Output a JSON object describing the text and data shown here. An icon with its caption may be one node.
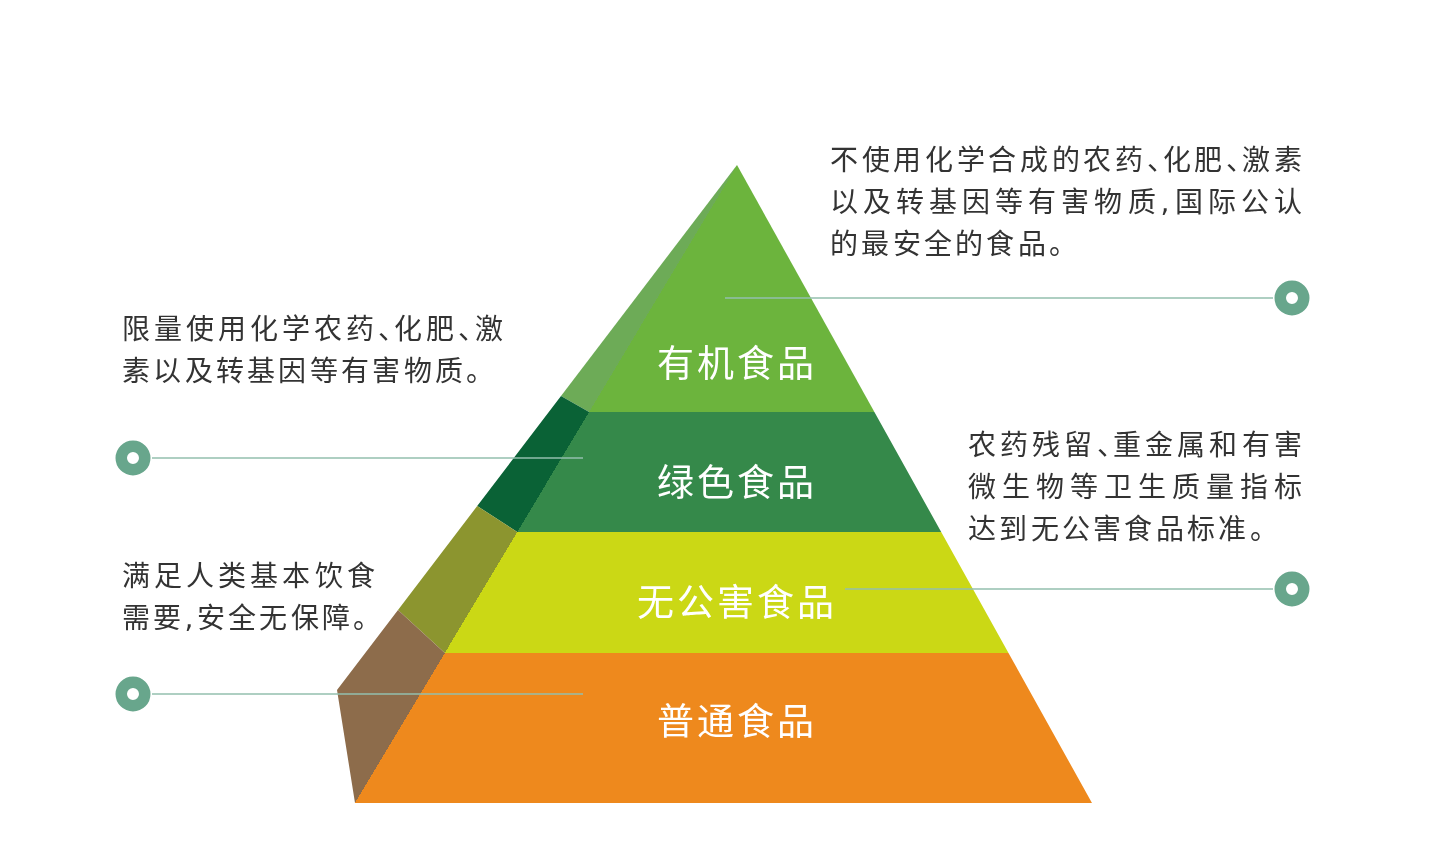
{
  "diagram": {
    "nodes": [
      {
        "text": [
          "有机食品"
        ]
      },
      {
        "text": [
          "绿色食品"
        ]
      },
      {
        "text": [
          "无公害食品"
        ]
      },
      {
        "text": [
          "普通食品"
        ]
      },
      {
        "text": [],
        "shape": "circle"
      },
      {
        "text": [],
        "shape": "circle"
      },
      {
        "text": [],
        "shape": "circle"
      },
      {
        "text": [],
        "shape": "circle"
      }
    ],
    "edges": [
      {
        "from": 4,
        "to": 0,
        "arrow": "none"
      },
      {
        "from": 5,
        "to": 1,
        "arrow": "none"
      },
      {
        "from": 6,
        "to": 2,
        "arrow": "none"
      },
      {
        "from": 7,
        "to": 3,
        "arrow": "none"
      }
    ],
    "labels": [
      "不使用化学合成的农药、化肥、激素以及转基因等有害物质,国际公认的最安全的食品。",
      "限量使用化学农药、化肥、激素以及转基因等有害物质。",
      "农药残留、重金属和有害微生物等卫生质量指标达到无公害食品标准。",
      "满足人类基本饮食需要,安全无保障。"
    ]
  }
}
